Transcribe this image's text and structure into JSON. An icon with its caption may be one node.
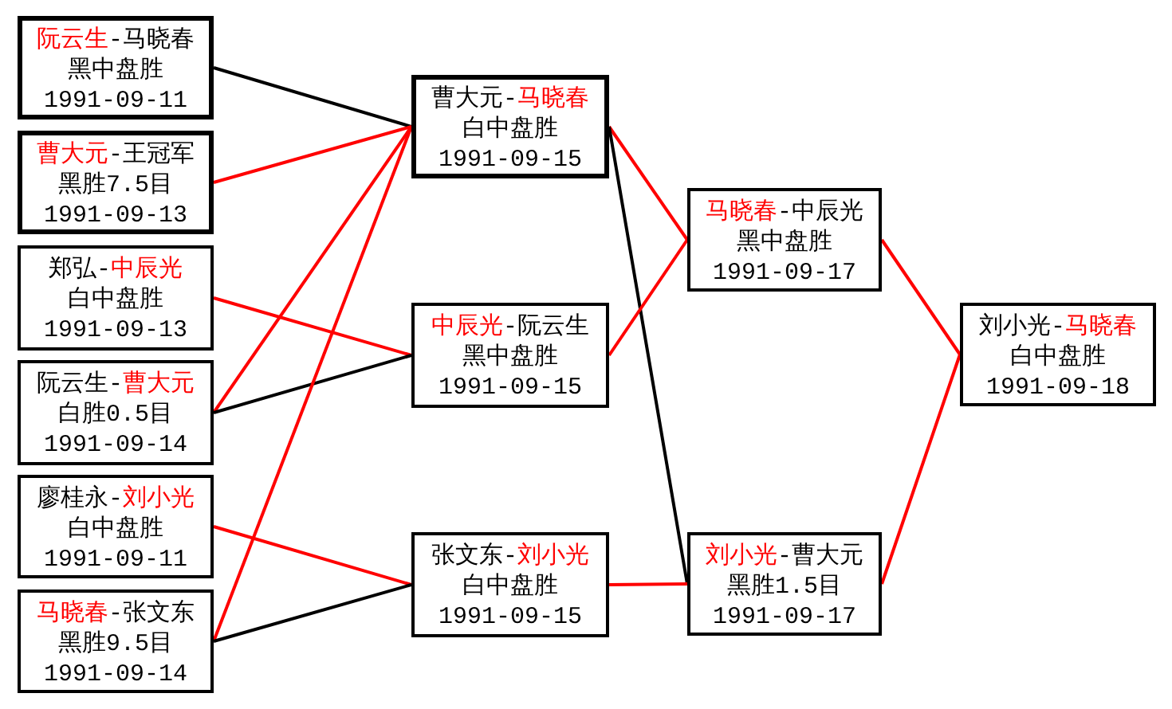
{
  "diagram": {
    "nodes": [
      {
        "text": [
          "阮云生-马晓春",
          "黑中盘胜",
          "1991-09-11"
        ]
      },
      {
        "text": [
          "曹大元-王冠军",
          "黑胜7.5目",
          "1991-09-13"
        ]
      },
      {
        "text": [
          "郑弘-中辰光",
          "白中盘胜",
          "1991-09-13"
        ]
      },
      {
        "text": [
          "阮云生-曹大元",
          "白胜0.5目",
          "1991-09-14"
        ]
      },
      {
        "text": [
          "廖桂永-刘小光",
          "白中盘胜",
          "1991-09-11"
        ]
      },
      {
        "text": [
          "马晓春-张文东",
          "黑胜9.5目",
          "1991-09-14"
        ]
      },
      {
        "text": [
          "曹大元-马晓春",
          "白中盘胜",
          "1991-09-15"
        ]
      },
      {
        "text": [
          "中辰光-阮云生",
          "黑中盘胜",
          "1991-09-15"
        ]
      },
      {
        "text": [
          "张文东-刘小光",
          "白中盘胜",
          "1991-09-15"
        ]
      },
      {
        "text": [
          "马晓春-中辰光",
          "黑中盘胜",
          "1991-09-17"
        ]
      },
      {
        "text": [
          "刘小光-曹大元",
          "黑胜1.5目",
          "1991-09-17"
        ]
      },
      {
        "text": [
          "刘小光-马晓春",
          "白中盘胜",
          "1991-09-18"
        ]
      }
    ],
    "edges": [
      {
        "from": 0,
        "to": 6,
        "arrow": "none",
        "color": "#000000"
      },
      {
        "from": 1,
        "to": 6,
        "arrow": "none"
      },
      {
        "from": 2,
        "to": 7,
        "arrow": "none"
      },
      {
        "from": 3,
        "to": 6,
        "arrow": "none"
      },
      {
        "from": 3,
        "to": 7,
        "arrow": "none",
        "color": "#000000"
      },
      {
        "from": 4,
        "to": 8,
        "arrow": "none"
      },
      {
        "from": 5,
        "to": 6,
        "arrow": "none"
      },
      {
        "from": 5,
        "to": 8,
        "arrow": "none",
        "color": "#000000"
      },
      {
        "from": 6,
        "to": 9,
        "arrow": "none"
      },
      {
        "from": 6,
        "to": 10,
        "arrow": "none",
        "color": "#000000"
      },
      {
        "from": 7,
        "to": 9,
        "arrow": "none"
      },
      {
        "from": 8,
        "to": 10,
        "arrow": "none"
      },
      {
        "from": 9,
        "to": 11,
        "arrow": "none"
      },
      {
        "from": 10,
        "to": 11,
        "arrow": "none"
      }
    ]
  }
}
